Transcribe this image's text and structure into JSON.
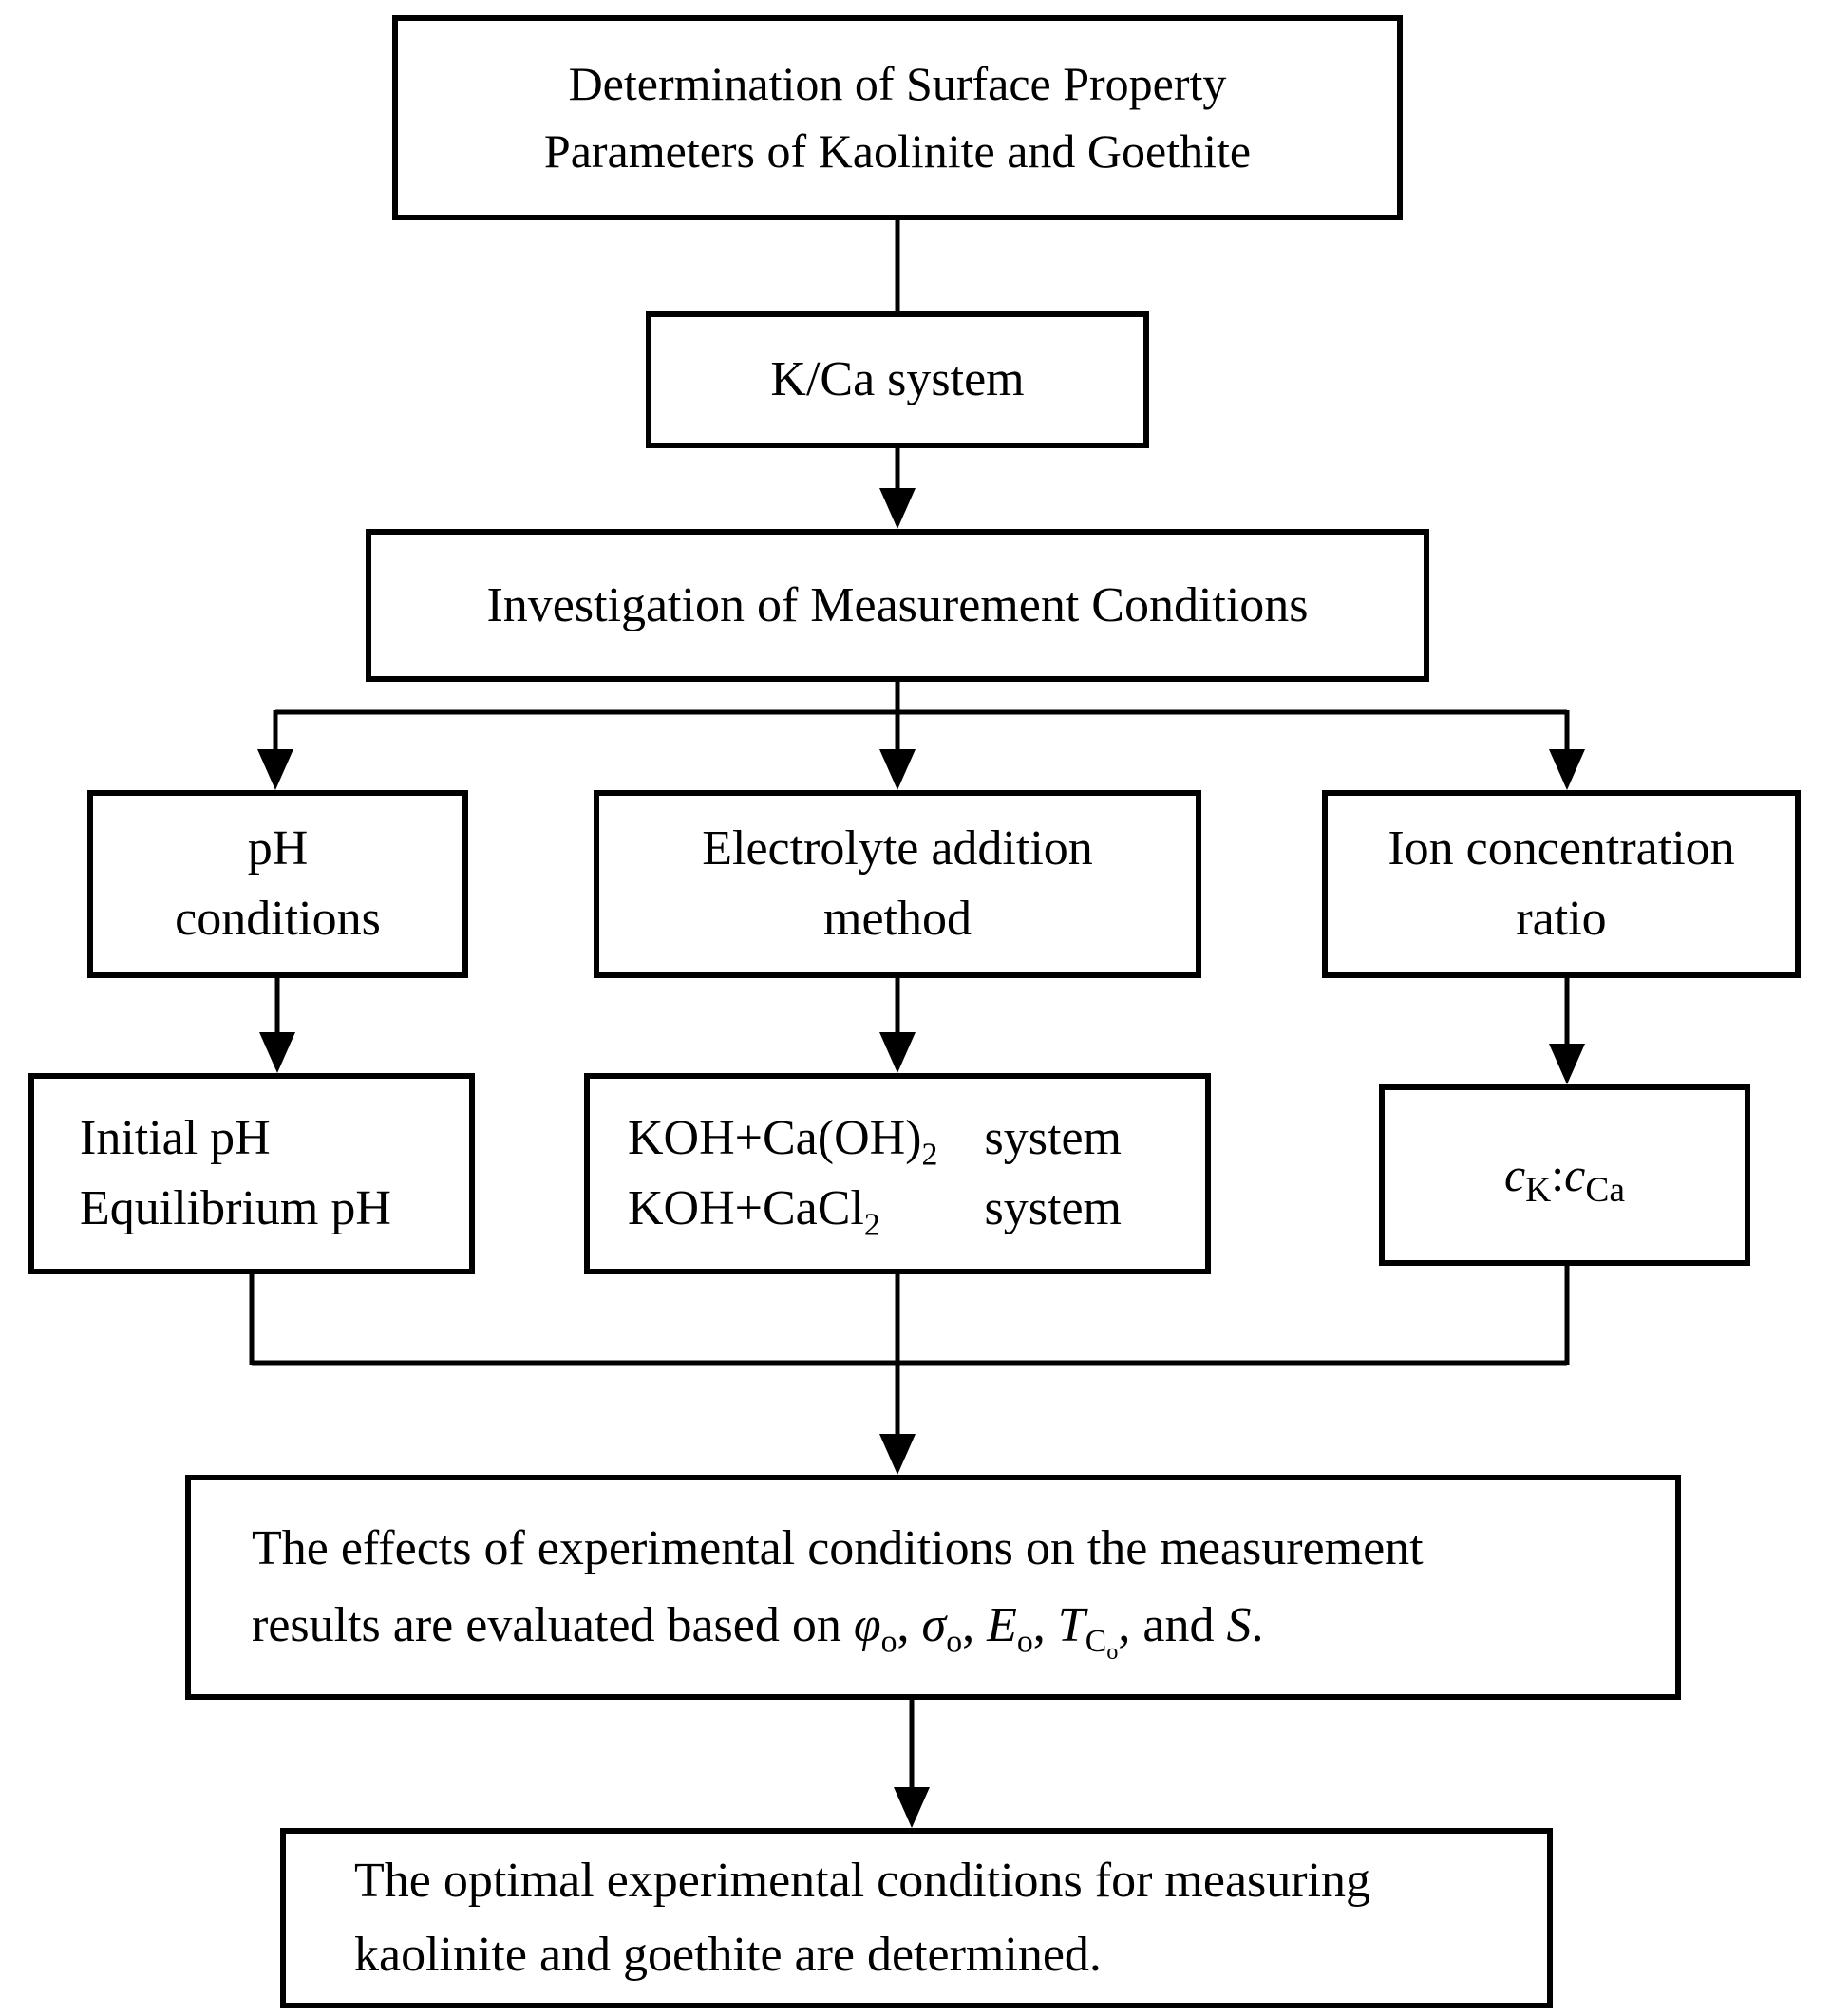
{
  "flowchart": {
    "boxes": {
      "top": {
        "lines": [
          "Determination of Surface Property",
          "Parameters of Kaolinite and Goethite"
        ]
      },
      "kca": {
        "label": "K/Ca system"
      },
      "investigation": {
        "label": "Investigation of Measurement Conditions"
      },
      "ph": {
        "lines": [
          "pH",
          "conditions"
        ]
      },
      "electrolyte": {
        "lines": [
          "Electrolyte addition",
          "method"
        ]
      },
      "ion": {
        "lines": [
          "Ion concentration",
          "ratio"
        ]
      },
      "ph_detail": {
        "lines": [
          "Initial pH",
          "Equilibrium pH"
        ]
      },
      "electrolyte_detail": {
        "rows": [
          {
            "formula_html": "KOH+Ca(OH)<sub>2</sub>",
            "suffix": "system"
          },
          {
            "formula_html": "KOH+CaCl<sub>2</sub>",
            "suffix": "system"
          }
        ]
      },
      "ion_detail": {
        "label_html": "<i>c</i><sub>K</sub>:<i>c</i><sub>Ca</sub>"
      },
      "evaluation": {
        "line1": "The effects of experimental conditions on the measurement",
        "line2_html": "results are evaluated based on <i>φ</i><sub>o</sub>, <i>σ</i><sub>o</sub>, <i>E</i><sub>o</sub>, <i>T</i><sub>C<sub>o</sub></sub>, and <i>S</i>."
      },
      "conclusion": {
        "lines": [
          "The optimal experimental conditions for measuring",
          "kaolinite and goethite are determined."
        ]
      }
    },
    "colors": {
      "line": "#000000",
      "background": "#ffffff",
      "text": "#000000"
    }
  }
}
